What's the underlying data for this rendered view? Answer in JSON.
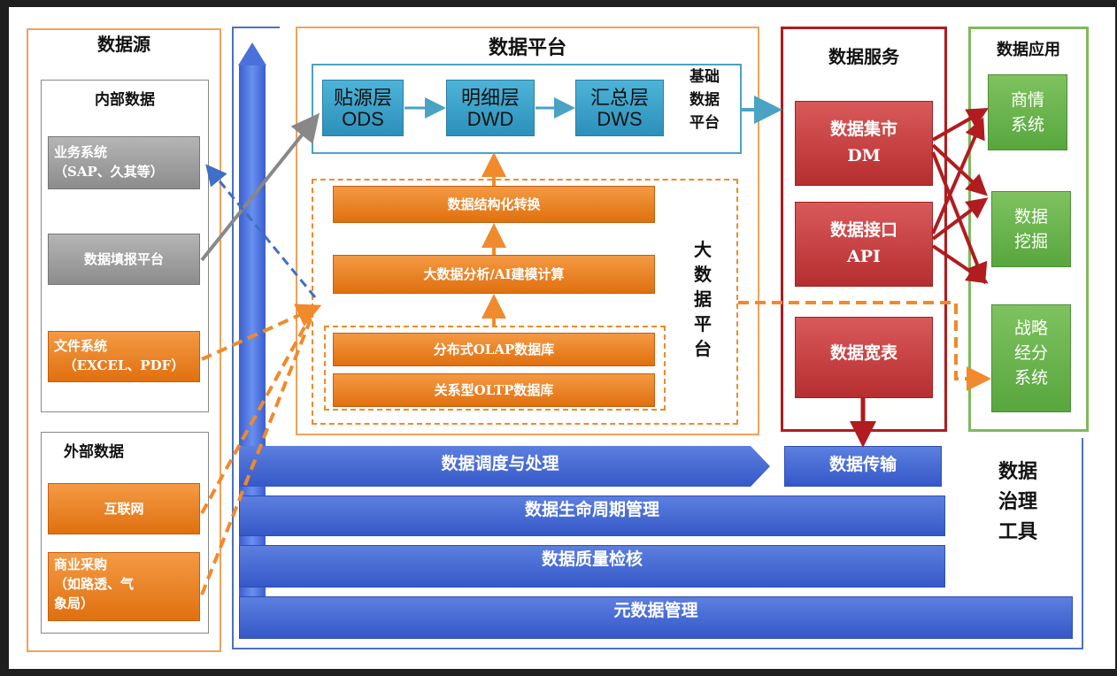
{
  "data_source": {
    "title": "数据源",
    "internal": {
      "title": "内部数据",
      "business_system": [
        "业务系统",
        "（SAP、久其等）"
      ],
      "reporting_platform": "数据填报平台",
      "file_system": [
        "文件系统",
        "（EXCEL、PDF）"
      ]
    },
    "external": {
      "title": "外部数据",
      "internet": "互联网",
      "commercial": [
        "商业采购",
        "（如路透、气",
        "象局）"
      ]
    }
  },
  "platform": {
    "title": "数据平台",
    "basic": {
      "label": [
        "基础",
        "数据",
        "平台"
      ],
      "ods": [
        "贴源层",
        "ODS"
      ],
      "dwd": [
        "明细层",
        "DWD"
      ],
      "dws": [
        "汇总层",
        "DWS"
      ]
    },
    "bigdata": {
      "label": [
        "大",
        "数",
        "据",
        "平",
        "台"
      ],
      "structuring": "数据结构化转换",
      "analysis": "大数据分析/AI建模计算",
      "olap": "分布式OLAP数据库",
      "oltp": "关系型OLTP数据库"
    }
  },
  "service": {
    "title": "数据服务",
    "dm": [
      "数据集市",
      "DM"
    ],
    "api": [
      "数据接口",
      "API"
    ],
    "wide_table": "数据宽表"
  },
  "application": {
    "title": "数据应用",
    "bi": [
      "商情",
      "系统"
    ],
    "mining": [
      "数据",
      "挖掘"
    ],
    "strategy": [
      "战略",
      "经分",
      "系统"
    ]
  },
  "governance": {
    "label": [
      "数据",
      "治理",
      "工具"
    ],
    "scheduling": "数据调度与处理",
    "transfer": "数据传输",
    "lifecycle": "数据生命周期管理",
    "quality": "数据质量检核",
    "metadata": "元数据管理"
  },
  "colors": {
    "orange_frame": "#f2a15a",
    "blue_frame": "#4a72c4",
    "red_frame": "#b01c1f",
    "green_frame": "#7fb95d",
    "teal_frame": "#4aa3c4"
  }
}
